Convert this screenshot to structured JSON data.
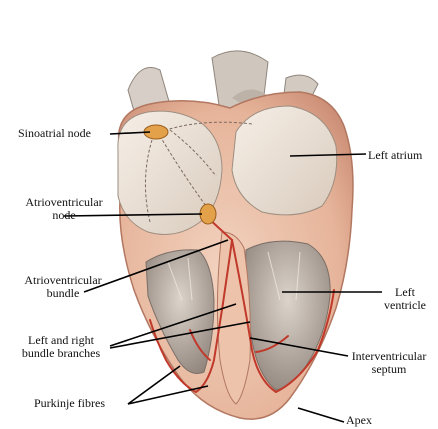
{
  "labels": {
    "sinoatrial_node": "Sinoatrial node",
    "left_atrium": "Left atrium",
    "atrioventricular_node_line1": "Atrioventricular",
    "atrioventricular_node_line2": "node",
    "atrioventricular_bundle_line1": "Atrioventricular",
    "atrioventricular_bundle_line2": "bundle",
    "left_ventricle_line1": "Left",
    "left_ventricle_line2": "ventricle",
    "bundle_branches_line1": "Left and right",
    "bundle_branches_line2": "bundle branches",
    "interventricular_septum_line1": "Interventricular",
    "interventricular_septum_line2": "septum",
    "purkinje_fibres": "Purkinje fibres",
    "apex": "Apex"
  },
  "colors": {
    "myocardium": "#e9b9a0",
    "myocardium_dark": "#c98a72",
    "cavity": "#f4eadf",
    "nodal_tissue": "#e3a24a",
    "conduction_path": "#c0392b",
    "leader_line": "#000000"
  }
}
